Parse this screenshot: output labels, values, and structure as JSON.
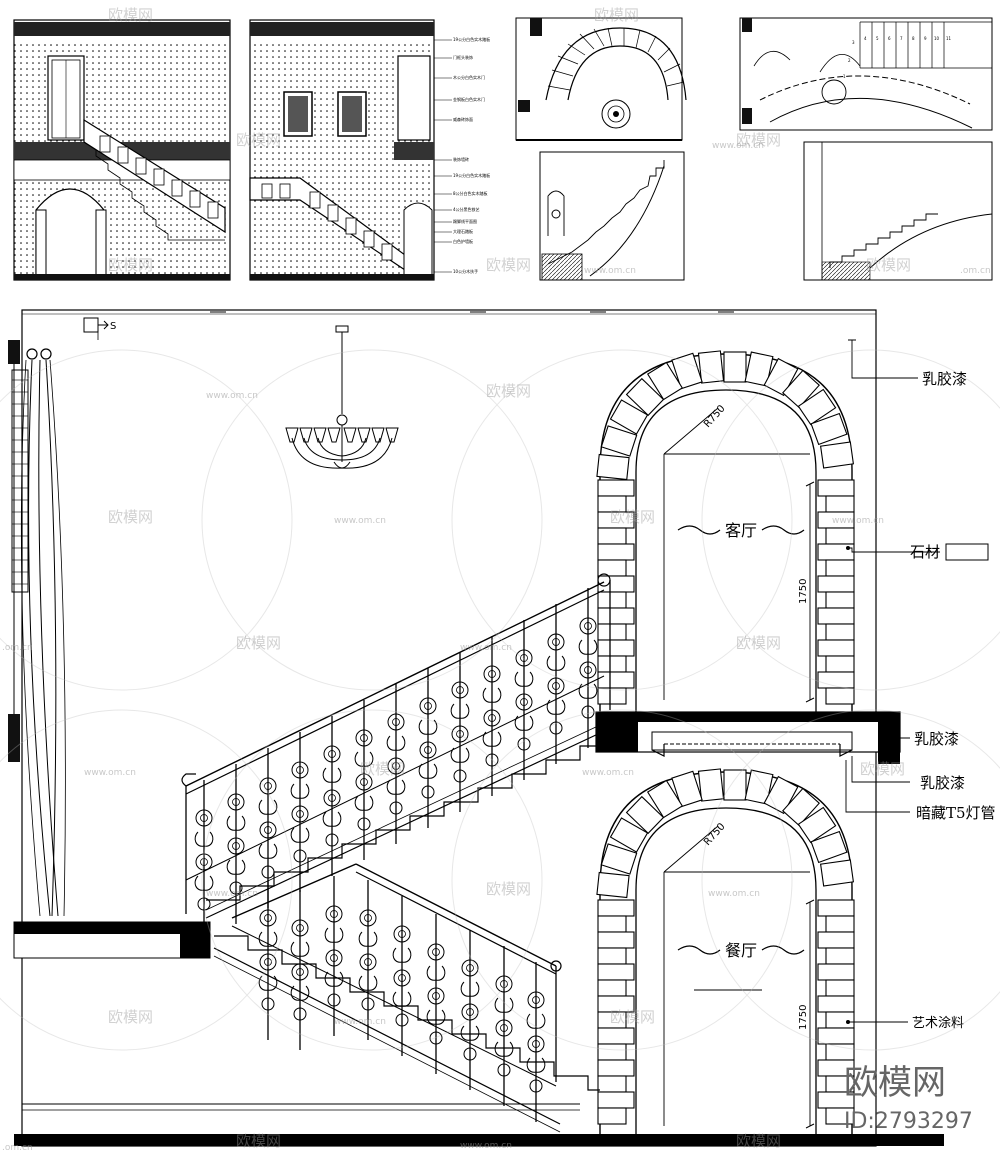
{
  "labels": {
    "latex_top": "乳胶漆",
    "stone": "石材",
    "latex_mid1": "乳胶漆",
    "latex_mid2": "乳胶漆",
    "hidden_light": "暗藏T5灯管",
    "art_paint": "艺术涂料"
  },
  "rooms": {
    "living": "客厅",
    "dining": "餐厅"
  },
  "dimensions": {
    "upper_radius": "R750",
    "lower_radius": "R750",
    "upper_height": "1750",
    "lower_height": "1750"
  },
  "section_mark": "S",
  "watermark": {
    "brand": "欧模网",
    "url": "www.om.cn",
    "corner_url": ".om.cn"
  },
  "branding": {
    "name": "欧模网",
    "id": "ID:2793297"
  },
  "thumbnails": {
    "stair_numbers": [
      "1",
      "2",
      "3",
      "4",
      "5",
      "6",
      "7",
      "8",
      "9",
      "10",
      "11"
    ],
    "elevation_notes": [
      "19公分白色实木踏板",
      "门框头装饰",
      "木公分白色实木门",
      "金钢板白色实木门",
      "威森砖饰面",
      "装饰墙砖",
      "19公分白色实木踏板",
      "8公分白色实木踏板",
      "4公分黑色铁艺",
      "踢脚线平面图",
      "大理石踏板",
      "白色护墙板",
      "10公分木扶手"
    ]
  }
}
